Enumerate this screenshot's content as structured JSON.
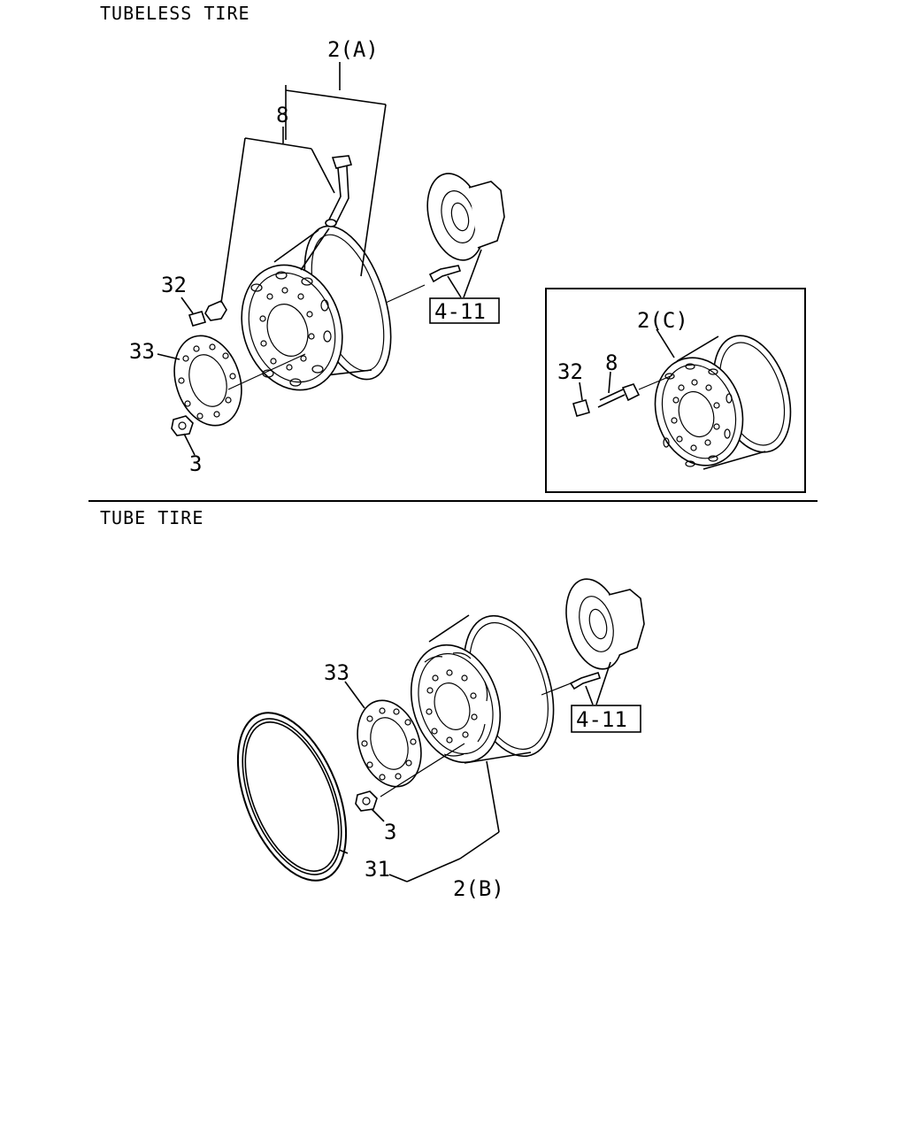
{
  "sections": {
    "tubeless_title": "TUBELESS TIRE",
    "tube_title": "TUBE TIRE"
  },
  "callouts": {
    "tubeless": {
      "wheel_a": "2(A)",
      "valve": "8",
      "valve_cap": "32",
      "disc_plate": "33",
      "nut": "3",
      "hub_ref": "4-11"
    },
    "inset": {
      "wheel_c": "2(C)",
      "valve_cap": "32",
      "valve": "8"
    },
    "tube": {
      "disc_plate": "33",
      "nut": "3",
      "flap_ring": "31",
      "wheel_b": "2(B)",
      "hub_ref": "4-11"
    }
  }
}
